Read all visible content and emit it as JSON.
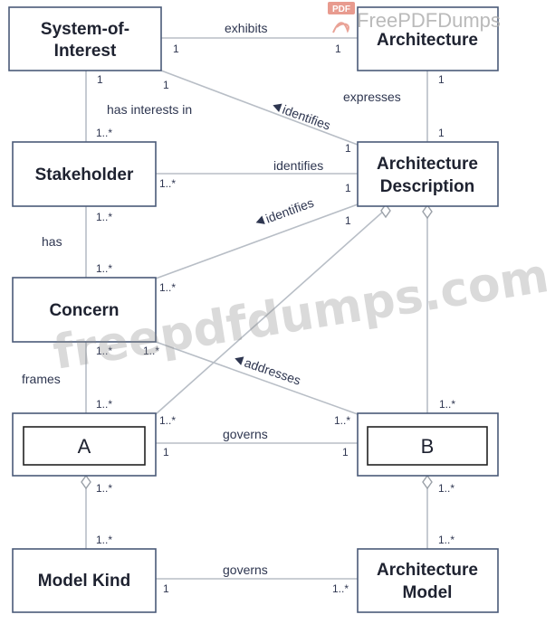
{
  "classes": {
    "system_of_interest": [
      "System-of-",
      "Interest"
    ],
    "architecture": [
      "Architecture"
    ],
    "stakeholder": [
      "Stakeholder"
    ],
    "architecture_description": [
      "Architecture",
      "Description"
    ],
    "concern": [
      "Concern"
    ],
    "a": "A",
    "b": "B",
    "model_kind": [
      "Model Kind"
    ],
    "architecture_model": [
      "Architecture",
      "Model"
    ]
  },
  "associations": {
    "exhibits": "exhibits",
    "has_interests_in": "has interests in",
    "identifies_soi": "identifies",
    "expresses": "expresses",
    "identifies_stakeholder": "identifies",
    "has": "has",
    "identifies_concern": "identifies",
    "frames": "frames",
    "addresses": "addresses",
    "governs_ab": "governs",
    "governs_mk": "governs"
  },
  "multiplicities": {
    "exhibits_soi": "1",
    "exhibits_arch": "1",
    "hasint_soi": "1",
    "hasint_stk": "1..*",
    "ident_soi": "1",
    "ident_ad_top": "1",
    "expr_arch": "1",
    "expr_ad": "1",
    "idstk_stk": "1..*",
    "idstk_ad": "1",
    "has_stk": "1..*",
    "has_con": "1..*",
    "idcon_ad": "1",
    "idcon_con": "1..*",
    "frames_con": "1..*",
    "frames_a": "1..*",
    "addr_con": "1..*",
    "addr_b": "1..*",
    "agg_a": "1..*",
    "agg_b": "1..*",
    "gov_a": "1",
    "gov_b": "1",
    "mkagg_a": "1..*",
    "mkagg_mk": "1..*",
    "amagg_b": "1..*",
    "amagg_am": "1..*",
    "govmk_mk": "1",
    "govmk_am": "1..*"
  },
  "watermarks": {
    "main": "freepdfdumps.com",
    "logo": "FreePDFDumps",
    "logo_badge": "PDF"
  }
}
